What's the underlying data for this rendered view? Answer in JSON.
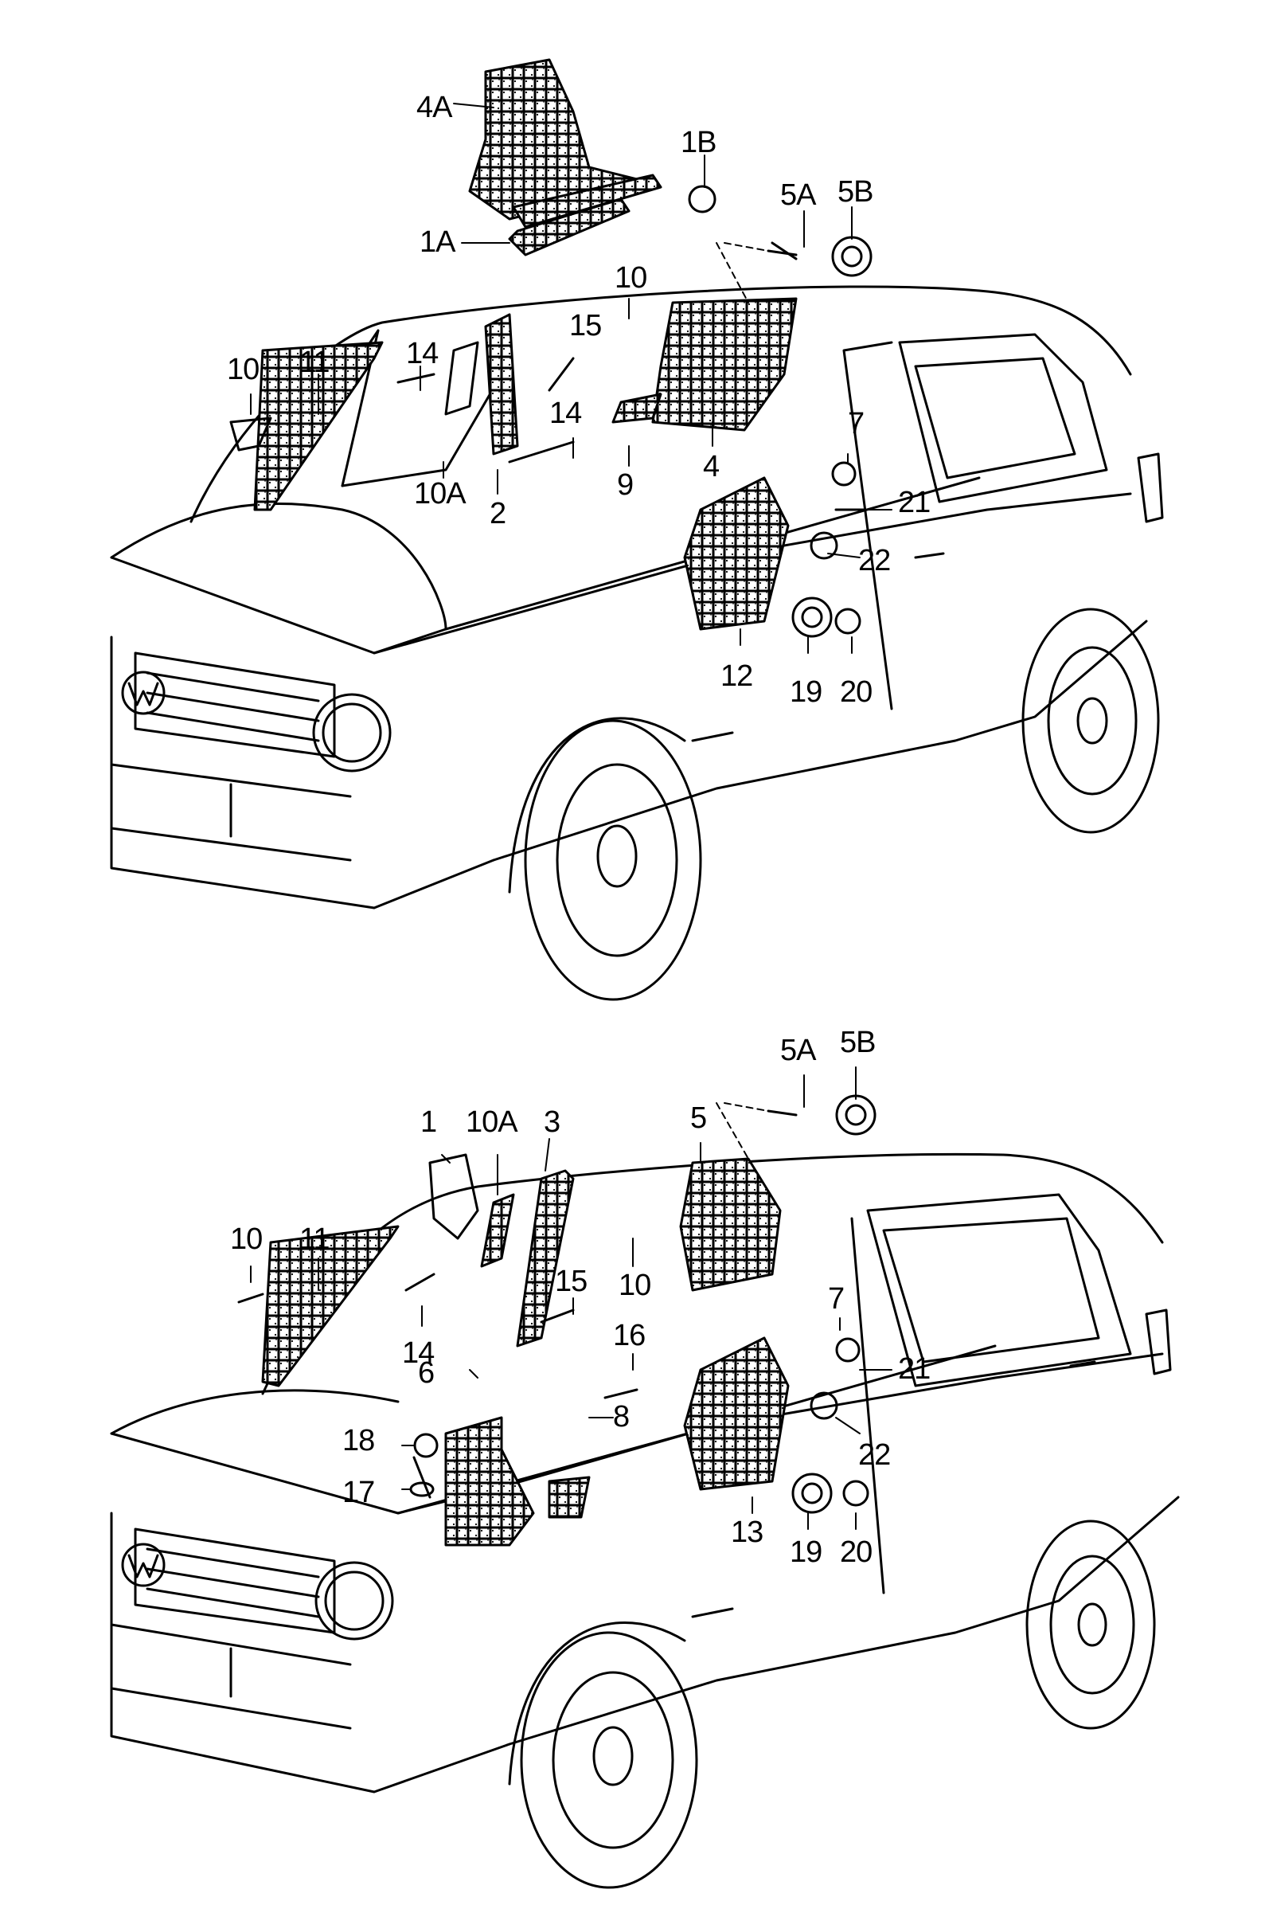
{
  "diagram_top": {
    "labels": [
      "4A",
      "1B",
      "1A",
      "5A",
      "5B",
      "10",
      "15",
      "14",
      "10",
      "11",
      "14",
      "10A",
      "2",
      "9",
      "4",
      "7",
      "21",
      "22",
      "12",
      "19",
      "20"
    ]
  },
  "diagram_bottom": {
    "labels": [
      "5A",
      "5B",
      "1",
      "10A",
      "3",
      "5",
      "10",
      "11",
      "10",
      "14",
      "15",
      "16",
      "6",
      "7",
      "21",
      "8",
      "18",
      "22",
      "17",
      "13",
      "19",
      "20"
    ]
  }
}
